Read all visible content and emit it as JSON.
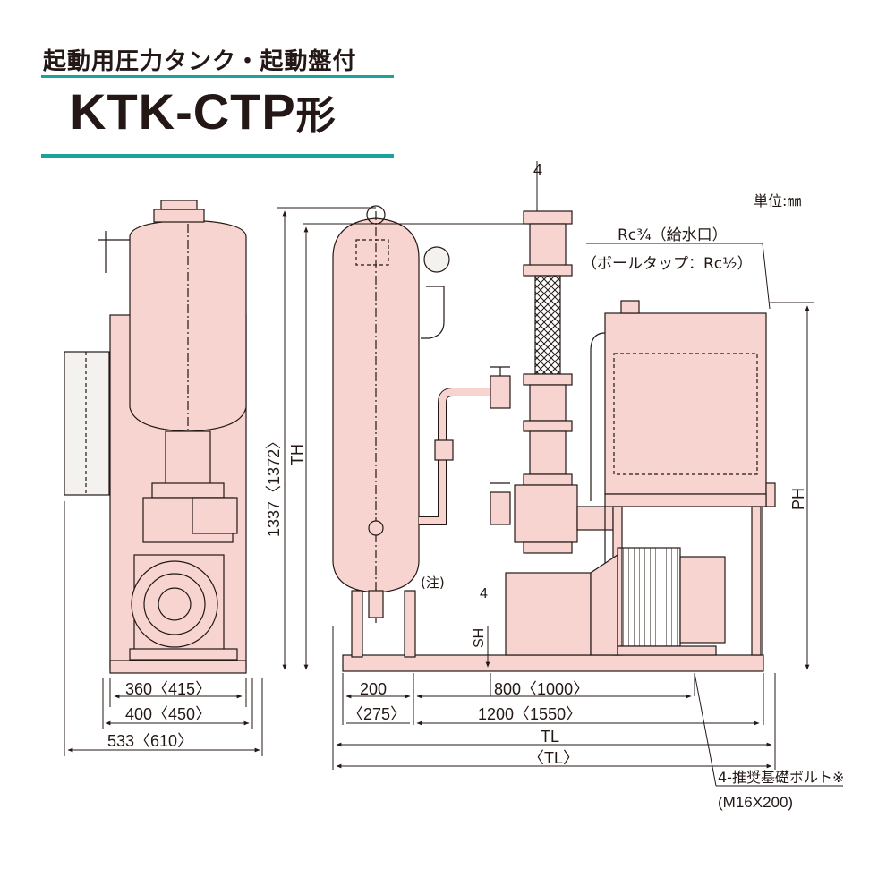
{
  "header": {
    "subtitle": "起動用圧力タンク・起動盤付",
    "model": "KTK-CTP",
    "model_suffix": "形"
  },
  "unit_label": "単位:㎜",
  "callouts": {
    "water_inlet": "Rc³⁄₄（給水口）",
    "ball_tap": "（ボールタップ：Rc¹⁄₂）",
    "foundation_bolt": "4-推奨基礎ボルト※",
    "bolt_size": "(M16X200)",
    "note": "(注)",
    "mark_4_top": "4",
    "mark_4_mid": "4"
  },
  "dimensions": {
    "side_360": "360〈415〉",
    "side_400": "400〈450〉",
    "side_533": "533〈610〉",
    "front_200": "200",
    "front_275": "〈275〉",
    "front_800": "800〈1000〉",
    "front_1200": "1200〈1550〉",
    "front_tl": "TL",
    "front_tl_alt": "〈TL〉",
    "height_1337": "1337〈1372〉",
    "height_th": "TH",
    "height_ph": "PH",
    "height_sh": "SH"
  },
  "colors": {
    "body_fill": "#f7d4cf",
    "outline": "#231815",
    "accent_rule": "#1aa39b",
    "dashed": "#231815"
  }
}
